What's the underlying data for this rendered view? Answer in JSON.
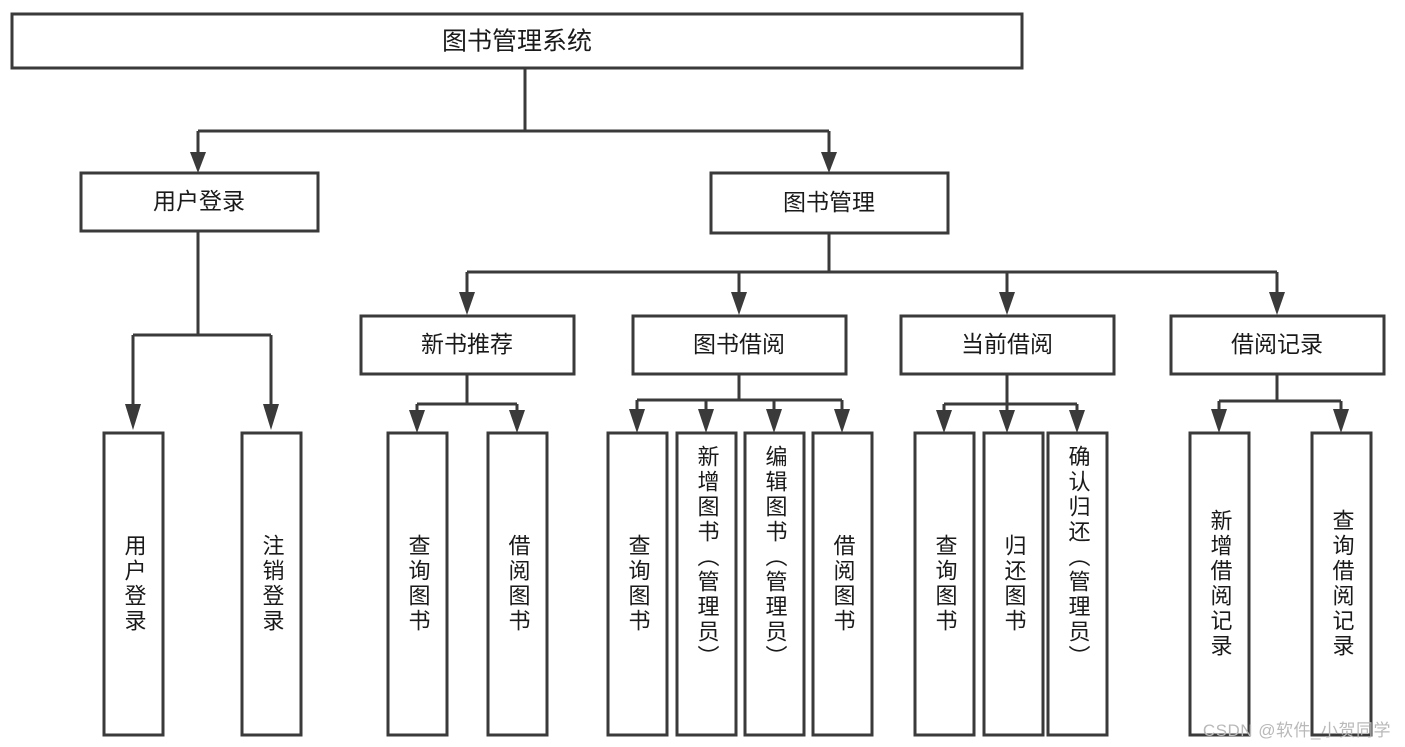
{
  "diagram": {
    "type": "tree-hierarchy",
    "title": "图书管理系统",
    "colors": {
      "box_stroke": "#3a3a3a",
      "box_fill": "#ffffff",
      "connector": "#3a3a3a",
      "text": "#1a1a1a",
      "background": "#ffffff",
      "watermark": "#b9b9b9"
    },
    "root": {
      "label": "图书管理系统"
    },
    "level1": [
      {
        "label": "用户登录"
      },
      {
        "label": "图书管理"
      }
    ],
    "level2": [
      {
        "label": "新书推荐"
      },
      {
        "label": "图书借阅"
      },
      {
        "label": "当前借阅"
      },
      {
        "label": "借阅记录"
      }
    ],
    "leaves": {
      "user_login": [
        {
          "label": "用户登录"
        },
        {
          "label": "注销登录"
        }
      ],
      "new_book_recommend": [
        {
          "label": "查询图书"
        },
        {
          "label": "借阅图书"
        }
      ],
      "book_borrow": [
        {
          "label": "查询图书"
        },
        {
          "label": "新增图书（管理员）"
        },
        {
          "label": "编辑图书（管理员）"
        },
        {
          "label": "借阅图书"
        }
      ],
      "current_borrow": [
        {
          "label": "查询图书"
        },
        {
          "label": "归还图书"
        },
        {
          "label": "确认归还（管理员）"
        }
      ],
      "borrow_record": [
        {
          "label": "新增借阅记录"
        },
        {
          "label": "查询借阅记录"
        }
      ]
    }
  },
  "watermark": {
    "text": "CSDN @软件_小贺同学"
  }
}
